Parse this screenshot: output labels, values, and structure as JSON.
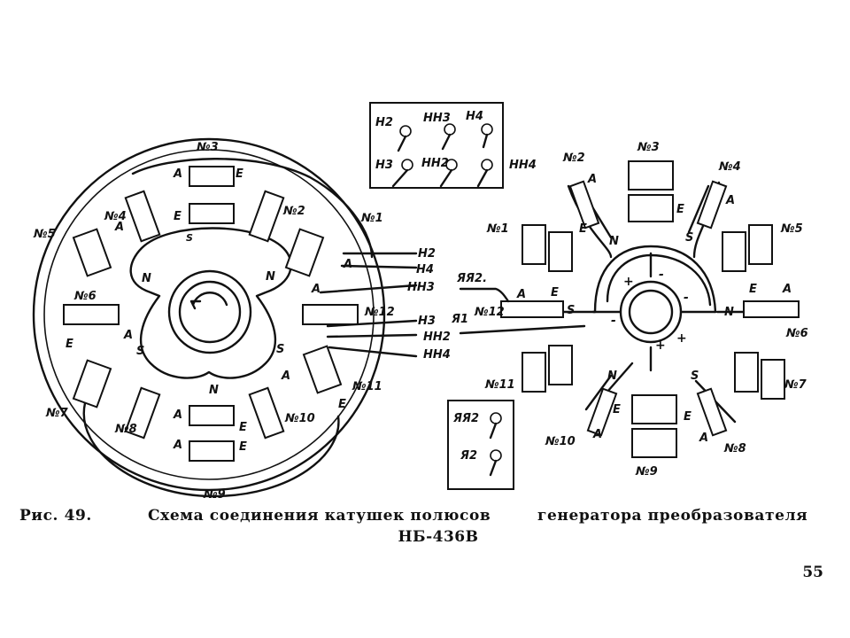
{
  "terminal_block_top": {
    "row1": [
      "H2",
      "HH3",
      "H4"
    ],
    "row2": [
      "H3",
      "HH2",
      "HH4"
    ]
  },
  "terminal_block_bottom": [
    "ЯЯ2",
    "Я2"
  ],
  "left_labels": {
    "coils": [
      "№1",
      "№2",
      "№3",
      "№4",
      "№5",
      "№6",
      "№7",
      "№8",
      "№9",
      "№10",
      "№11",
      "№12"
    ],
    "wires": [
      "H2",
      "H4",
      "HH3",
      "H3",
      "HH2",
      "HH4"
    ],
    "poles": {
      "N": "N",
      "S": "S",
      "A": "A",
      "E": "E"
    }
  },
  "right_labels": {
    "coils": [
      "№1",
      "№2",
      "№3",
      "№4",
      "№5",
      "№6",
      "№7",
      "№8",
      "№9",
      "№10",
      "№11",
      "№12"
    ],
    "wires": [
      "ЯЯ2.",
      "Я1"
    ],
    "poles": {
      "N": "N",
      "S": "S",
      "A": "A",
      "E": "E"
    },
    "brush_signs": {
      "plus": "+",
      "minus": "-"
    }
  },
  "caption": {
    "figure": "Рис. 49.",
    "title": "Схема соединения катушек полюсов",
    "title_cont": "генератора преобразователя",
    "model": "НБ-436В"
  },
  "page_number": "55"
}
